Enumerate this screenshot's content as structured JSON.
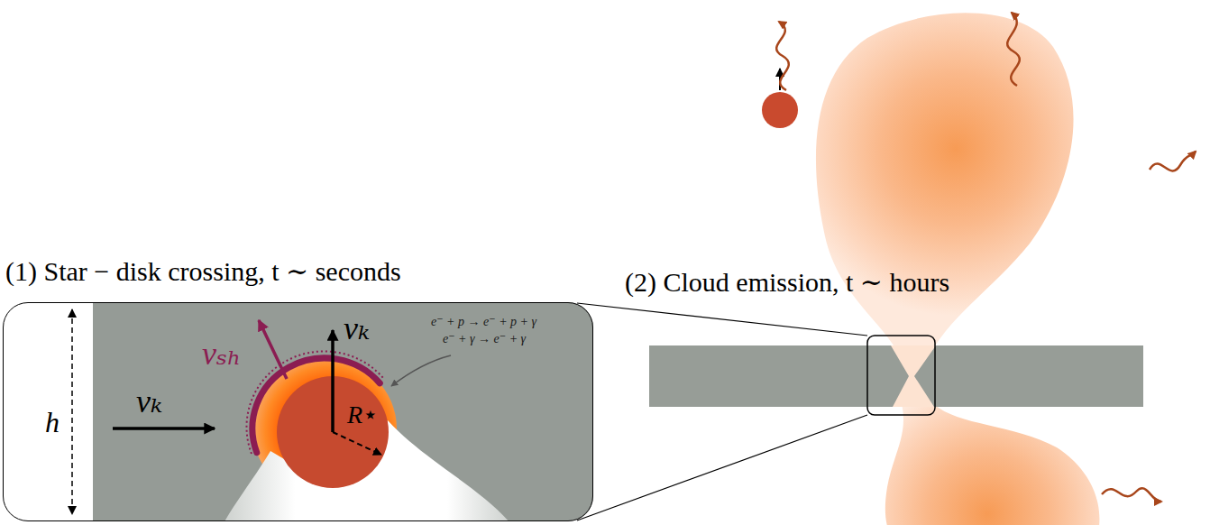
{
  "diagram": {
    "nodes": [
      {
        "text": [
          "(1) Star − disk crossing, t ∼ seconds",
          "h",
          "vₖ",
          "vₛₕ",
          "vₖ",
          "e⁻ + p → e⁻ + p + γ",
          "e⁻ + γ → e⁻ + γ"
        ]
      },
      {
        "text": [
          "R⋆"
        ],
        "in": 0
      }
    ],
    "labels": [
      "(2) Cloud emission, t ∼ hours"
    ]
  }
}
